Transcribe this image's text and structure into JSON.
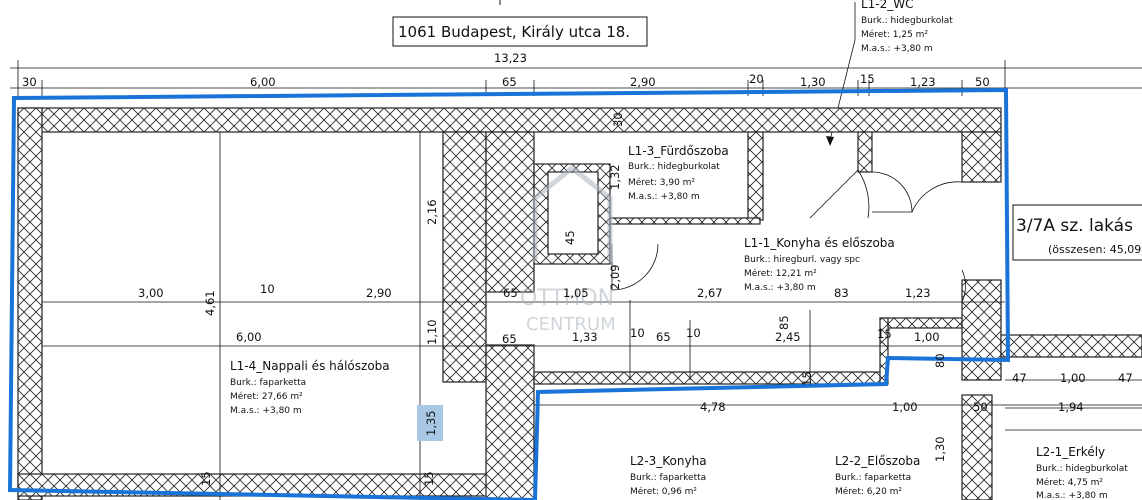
{
  "header": {
    "address": "1061 Budapest, Király utca 18."
  },
  "unit": {
    "title": "3/7A sz. lakás",
    "subtitle": "(összesen: 45,09"
  },
  "watermark": {
    "line1": "OTTHON",
    "line2": "CENTRUM"
  },
  "rooms": [
    {
      "key": "l12",
      "name": "L1-2_WC",
      "spec1": "Burk.: hidegburkolat",
      "spec2": "Méret: 1,25 m²",
      "spec3": "M.a.s.: +3,80 m"
    },
    {
      "key": "l13",
      "name": "L1-3_Fürdőszoba",
      "spec1": "Burk.: hidegburkolat",
      "spec2": "Méret: 3,90 m²",
      "spec3": "M.a.s.: +3,80 m"
    },
    {
      "key": "l11",
      "name": "L1-1_Konyha és előszoba",
      "spec1": "Burk.: hiregburl. vagy spc",
      "spec2": "Méret: 12,21 m²",
      "spec3": "M.a.s.: +3,80 m"
    },
    {
      "key": "l14",
      "name": "L1-4_Nappali és hálószoba",
      "spec1": "Burk.: faparketta",
      "spec2": "Méret: 27,66 m²",
      "spec3": "M.a.s.: +3,80 m"
    },
    {
      "key": "l23",
      "name": "L2-3_Konyha",
      "spec1": "Burk.: faparketta",
      "spec2": "Méret: 0,96 m²",
      "spec3": ""
    },
    {
      "key": "l22",
      "name": "L2-2_Előszoba",
      "spec1": "Burk.: faparketta",
      "spec2": "Méret: 6,20 m²",
      "spec3": ""
    },
    {
      "key": "l21",
      "name": "L2-1_Erkély",
      "spec1": "Burk.: hidegburkolat",
      "spec2": "Méret: 4,75 m²",
      "spec3": "M.a.s.: +3,80 m"
    }
  ],
  "dimensions": [
    {
      "key": "d_total",
      "text": "13,23"
    },
    {
      "key": "d_top1",
      "text": "30"
    },
    {
      "key": "d_top2",
      "text": "6,00"
    },
    {
      "key": "d_top3",
      "text": "65"
    },
    {
      "key": "d_top4",
      "text": "2,90"
    },
    {
      "key": "d_top5",
      "text": "20"
    },
    {
      "key": "d_top6",
      "text": "1,30"
    },
    {
      "key": "d_top7",
      "text": "15"
    },
    {
      "key": "d_top8",
      "text": "1,23"
    },
    {
      "key": "d_top9",
      "text": "50"
    },
    {
      "key": "d_m1",
      "text": "3,00"
    },
    {
      "key": "d_m2",
      "text": "10"
    },
    {
      "key": "d_m3",
      "text": "2,90"
    },
    {
      "key": "d_m4",
      "text": "65"
    },
    {
      "key": "d_m5",
      "text": "1,05"
    },
    {
      "key": "d_m6",
      "text": "2,67"
    },
    {
      "key": "d_m7",
      "text": "83"
    },
    {
      "key": "d_m8",
      "text": "1,23"
    },
    {
      "key": "d_n1",
      "text": "6,00"
    },
    {
      "key": "d_n2",
      "text": "65"
    },
    {
      "key": "d_n3",
      "text": "1,33"
    },
    {
      "key": "d_n4",
      "text": "10"
    },
    {
      "key": "d_n5",
      "text": "65"
    },
    {
      "key": "d_n6",
      "text": "10"
    },
    {
      "key": "d_n7",
      "text": "2,45"
    },
    {
      "key": "d_n8",
      "text": "15"
    },
    {
      "key": "d_n9",
      "text": "1,00"
    },
    {
      "key": "d_b1",
      "text": "4,78"
    },
    {
      "key": "d_b2",
      "text": "1,00"
    },
    {
      "key": "d_b3",
      "text": "50"
    },
    {
      "key": "d_b4",
      "text": "1,94"
    },
    {
      "key": "d_r1",
      "text": "47"
    },
    {
      "key": "d_r2",
      "text": "1,00"
    },
    {
      "key": "d_r3",
      "text": "47"
    },
    {
      "key": "v_216",
      "text": "2,16"
    },
    {
      "key": "v_461",
      "text": "4,61"
    },
    {
      "key": "v_110",
      "text": "1,10"
    },
    {
      "key": "v_135",
      "text": "1,35"
    },
    {
      "key": "v_15a",
      "text": "15"
    },
    {
      "key": "v_15b",
      "text": "15"
    },
    {
      "key": "v_30",
      "text": "30"
    },
    {
      "key": "v_132",
      "text": "1,32"
    },
    {
      "key": "v_45",
      "text": "45"
    },
    {
      "key": "v_209",
      "text": "2,09"
    },
    {
      "key": "v_85",
      "text": "85"
    },
    {
      "key": "v_15c",
      "text": "15"
    },
    {
      "key": "v_80",
      "text": "80"
    },
    {
      "key": "v_130",
      "text": "1,30"
    }
  ],
  "colors": {
    "outline": "#1a73d9",
    "wall": "#222222",
    "highlight": "#a9c8e6"
  }
}
